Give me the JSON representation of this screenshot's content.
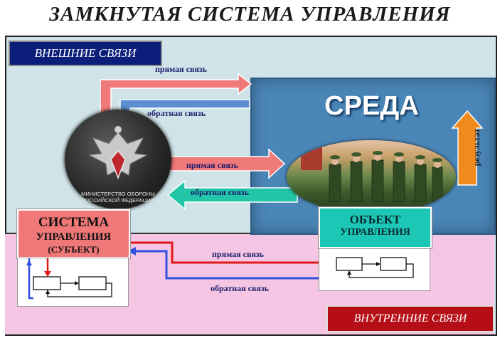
{
  "title": "ЗАМКНУТАЯ СИСТЕМА УПРАВЛЕНИЯ",
  "outer_label": "ВНЕШНИЕ СВЯЗИ",
  "inner_label": "ВНУТРЕННИЕ СВЯЗИ",
  "environment": {
    "label": "СРЕДА",
    "results": "результат"
  },
  "ministry": {
    "line1": "МИНИСТЕРСТВО ОБОРОНЫ",
    "line2": "РОССИЙСКОЙ ФЕДЕРАЦИИ"
  },
  "system": {
    "title": "СИСТЕМА",
    "sub1": "УПРАВЛЕНИЯ",
    "sub2": "(СУБЪЕКТ)"
  },
  "object": {
    "title": "ОБЪЕКТ",
    "sub": "УПРАВЛЕНИЯ"
  },
  "flows": {
    "direct_top": "прямая связь",
    "feedback_top": "обратная связь",
    "direct_mid": "прямая связь",
    "feedback_mid": "обратная связь",
    "direct_bot": "прямая связь",
    "feedback_bot": "обратная связь"
  },
  "colors": {
    "direct": "#f07a7a",
    "feedback_outer": "#5c8fd0",
    "feedback_mid": "#22c5a8",
    "results": "#f08a1c",
    "wire_direct": "#e01818",
    "wire_feedback": "#3050e0"
  }
}
